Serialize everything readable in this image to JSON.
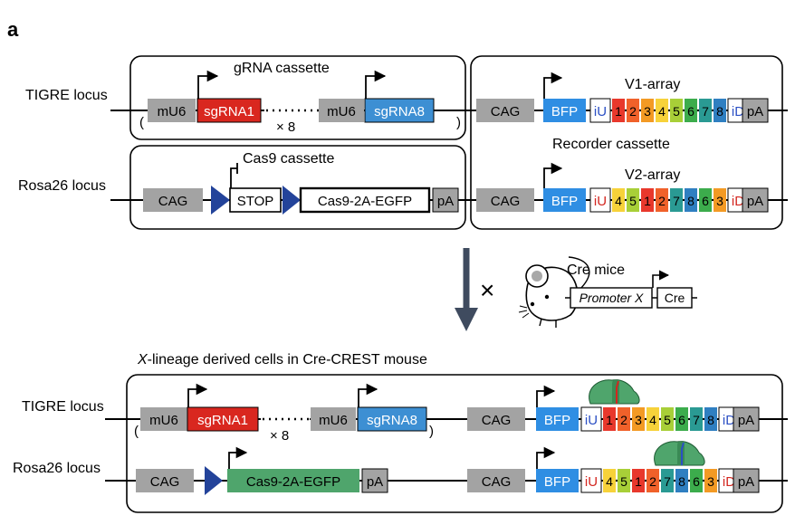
{
  "panel_label": "a",
  "loci": {
    "tigre": "TIGRE locus",
    "rosa": "Rosa26 locus"
  },
  "cassettes": {
    "grna": "gRNA cassette",
    "v1_array": "V1-array",
    "recorder": "Recorder cassette",
    "cas9": "Cas9 cassette",
    "v2_array": "V2-array"
  },
  "elements": {
    "mu6": "mU6",
    "sgrna1": "sgRNA1",
    "sgrna8": "sgRNA8",
    "times8": "× 8",
    "paren_open": "(",
    "paren_close": ")",
    "cag": "CAG",
    "bfp": "BFP",
    "iu": "iU",
    "id": "iD",
    "pa": "pA",
    "stop": "STOP",
    "cas9_egfp": "Cas9-2A-EGFP"
  },
  "v1_units": [
    "1",
    "2",
    "3",
    "4",
    "5",
    "6",
    "7",
    "8"
  ],
  "v2_units": [
    "4",
    "5",
    "1",
    "2",
    "7",
    "8",
    "6",
    "3"
  ],
  "cross": {
    "times": "×",
    "mice_label": "Cre mice",
    "promoter": "Promoter X",
    "cre": "Cre"
  },
  "lineage": {
    "italic": "X",
    "title": "-lineage derived cells in Cre-CREST mouse"
  },
  "colors": {
    "unit_1": "#e8382c",
    "unit_2": "#f0612a",
    "unit_3": "#f39a24",
    "unit_4": "#f7d23a",
    "unit_5": "#a8cf38",
    "unit_6": "#3cac4c",
    "unit_7": "#2a9a93",
    "unit_8": "#2f7fc1",
    "sgrna1": "#d9271f",
    "sgrna8": "#3d8fd3",
    "bfp": "#2f8ee3",
    "gray_box": "#a3a3a3",
    "cas9_green": "#4fa56c",
    "loxp": "#23439a",
    "iu_red": "#d3261f",
    "id_blue": "#2b4fc4",
    "arrow": "#3f4b5f"
  }
}
